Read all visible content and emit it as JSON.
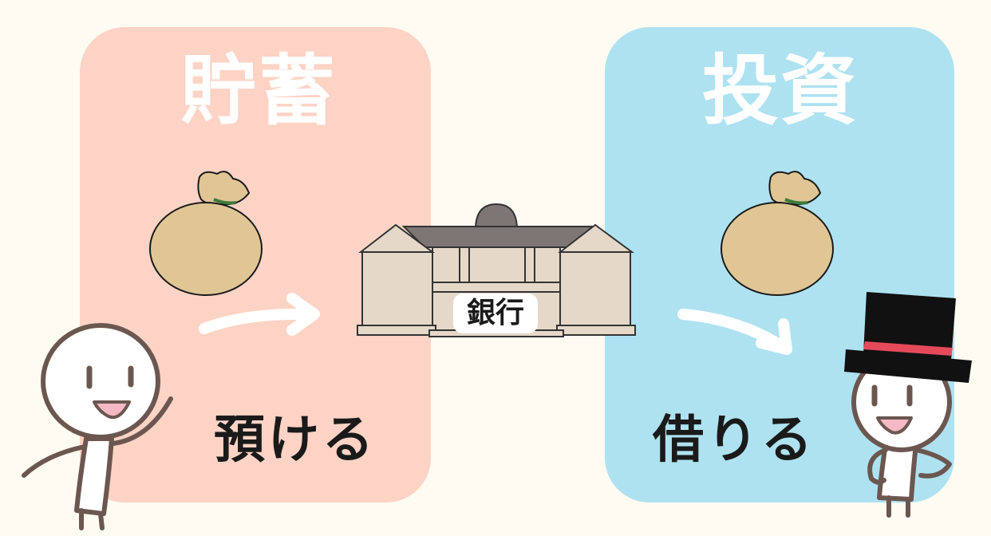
{
  "left_panel": {
    "title": "貯蓄",
    "action": "預ける",
    "color": "#fcd3c5"
  },
  "right_panel": {
    "title": "投資",
    "action": "借りる",
    "color": "#aee2f1"
  },
  "bank": {
    "label": "銀行"
  },
  "icons": {
    "money_bag": "money-bag-icon",
    "bank_building": "bank-building-icon",
    "arrow": "arrow-right-icon",
    "person": "stick-person",
    "top_hat": "top-hat-icon"
  },
  "colors": {
    "bag": "#e0c695",
    "outline": "#6b5750",
    "background": "#fdfbf2"
  }
}
